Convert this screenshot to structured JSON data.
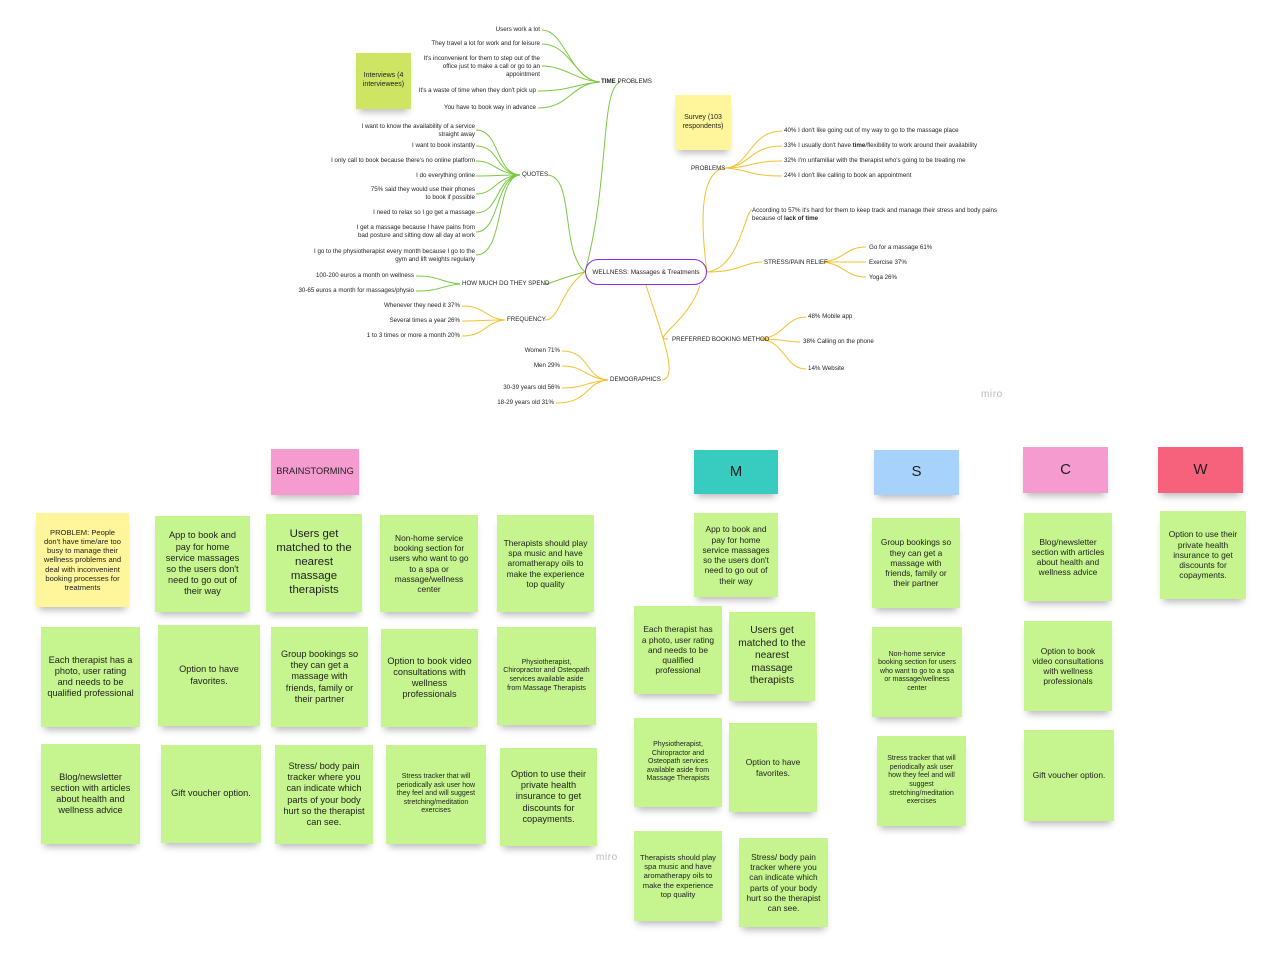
{
  "mindmap": {
    "root": "WELLNESS: Massages & Treatments",
    "interviews_note": "Interviews (4 interviewees)",
    "survey_note": "Survey (103 respondents)",
    "time_problems": {
      "label_bold": "TIME",
      "label_rest": " PROBLEMS",
      "items": [
        "Users work a lot",
        "They travel a lot for work and for leisure",
        "It's inconvenient for them to step out of the office just to make a call or go to an appointment",
        "It's a waste of time when they don't pick up",
        "You have to book way in advance"
      ]
    },
    "quotes": {
      "label": "QUOTES",
      "items": [
        "I want to know the availability of a service straight away",
        "I want to book instantly",
        "I only call to book because there's no online platform",
        "I do everything online",
        "75% said they would use their phones to book if possible",
        "I need to relax so I go get a massage",
        "I get a massage because I have pains from bad posture and sitting dow all day at work",
        "I go to the physiotherapist every month because I go to the gym and  lift weights regularly"
      ]
    },
    "spend": {
      "label": "HOW MUCH DO THEY SPEND",
      "items": [
        "100-200 euros a month on wellness",
        "30-65 euros a month for massages/physio"
      ]
    },
    "frequency": {
      "label": "FREQUENCY",
      "items": [
        "Whenever they need it 37%",
        "Several times a year  26%",
        "1 to 3 times or more a month 20%"
      ]
    },
    "demographics": {
      "label": "DEMOGRAPHICS",
      "items": [
        "Women 71%",
        "Men 29%",
        "30-39 years old  56%",
        "18-29 years old 31%"
      ]
    },
    "problems": {
      "label": "PROBLEMS",
      "item1": "40% I don't like going out of my way to go to the massage place",
      "item2_pre": "33% I usually don't have ",
      "item2_bold": "time",
      "item2_post": "/flexibility to work around their availability",
      "item3": "32% I'm unfamiliar with the therapist who's going to be treating me",
      "item4": "24% I don't like calling to book an appointment"
    },
    "stress_intro_pre": "According to 57% it's hard for them to keep track and manage their stress and body pains because of ",
    "stress_intro_bold": "lack of time",
    "stress": {
      "label": "STRESS/PAIN RELIEF",
      "items": [
        "Go for a massage 61%",
        "Exercise 37%",
        "Yoga 26%"
      ]
    },
    "booking": {
      "label": "PREFERRED BOOKING METHOD",
      "items": [
        "48% Mobile app",
        "38% Calling on the phone",
        "14% Website"
      ]
    },
    "watermark": "miro"
  },
  "brainstorm": {
    "header": "BRAINSTORMING",
    "problem": "PROBLEM: People don't have time/are too busy to manage their wellness problems and deal with inconvenient booking processes for treatments",
    "notes": [
      "App to book and pay for home service massages so the users don't need to go out of their way",
      "Users get matched to the nearest massage therapists",
      "Non-home service booking section for users who want to go to a spa or massage/wellness center",
      "Therapists should play spa music and have aromatherapy oils to make the experience top quality",
      "Each therapist has a photo, user rating and needs to be qualified professional",
      "Option to have favorites.",
      "Group bookings so they can get a massage with friends, family or their partner",
      "Option to book video consultations with wellness professionals",
      "Physiotherapist, Chiropractor and Osteopath services available aside from Massage Therapists",
      "Blog/newsletter section with articles about health and wellness advice",
      "Gift voucher option.",
      "Stress/ body pain tracker where you can indicate which parts of your body hurt so the therapist can see.",
      "Stress tracker that will periodically ask user how they feel and will suggest stretching/meditation exercises",
      "Option to use their private health insurance to get discounts for copayments."
    ],
    "watermark": "miro"
  },
  "mscw": {
    "m_header": "M",
    "s_header": "S",
    "c_header": "C",
    "w_header": "W",
    "m_notes": [
      "App to book and pay for home service massages so the users don't need to go out of their way",
      "Each therapist has a photo, user rating and needs to be qualified professional",
      "Users get matched to the nearest massage therapists",
      "Physiotherapist, Chiropractor and Osteopath services available aside from Massage Therapists",
      "Option to have favorites.",
      "Therapists should play spa music and have aromatherapy oils to make the experience top quality",
      "Stress/ body pain tracker where you can indicate which parts of your body hurt so the therapist can see."
    ],
    "s_notes": [
      "Group bookings so they can get a massage with friends, family or their partner",
      "Non-home service booking section for users who want to go to a spa or massage/wellness center",
      "Stress tracker that will periodically ask user how they feel and will suggest stretching/meditation exercises"
    ],
    "c_notes": [
      "Blog/newsletter section with articles about health and wellness advice",
      "Option to book video consultations with wellness professionals",
      "Gift voucher option."
    ],
    "w_notes": [
      "Option to use their private health insurance to get discounts for copayments."
    ]
  },
  "colors": {
    "green_branch": "#7ac943",
    "yellow_branch": "#f2c12e",
    "root_border": "#8a2be2",
    "sticky_green": "#c6f58f",
    "sticky_yellow": "#fff59b",
    "sticky_pink": "#f59bd0",
    "sticky_teal": "#38cbbf",
    "sticky_blue": "#a7d2fb",
    "sticky_red": "#f6627c"
  }
}
